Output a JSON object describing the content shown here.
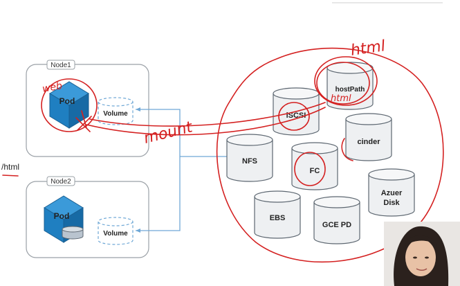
{
  "nodes": [
    {
      "label": "Node1"
    },
    {
      "label": "Node2"
    }
  ],
  "pods": [
    {
      "label": "Pod"
    },
    {
      "label": "Pod"
    }
  ],
  "volumes": [
    {
      "label": "Volume"
    },
    {
      "label": "Volume"
    }
  ],
  "storage": [
    {
      "label": "hostPath"
    },
    {
      "label": "iSCSI"
    },
    {
      "label": "cinder"
    },
    {
      "label": "NFS"
    },
    {
      "label": "FC"
    },
    {
      "label": "Azuer"
    },
    {
      "label": "Disk"
    },
    {
      "label": "EBS"
    },
    {
      "label": "GCE PD"
    }
  ],
  "margin_text": "/html",
  "annotations": {
    "html_top": "html",
    "html_inner": "html",
    "mount": "mount",
    "web": "web"
  },
  "colors": {
    "cylinder_fill": "#eef0f2",
    "cylinder_stroke": "#5c6670",
    "node_stroke": "#9aa0a6",
    "pod_blue": "#1f7fc1",
    "connector_blue": "#6fa8d6",
    "annotation_red": "#d42020"
  }
}
